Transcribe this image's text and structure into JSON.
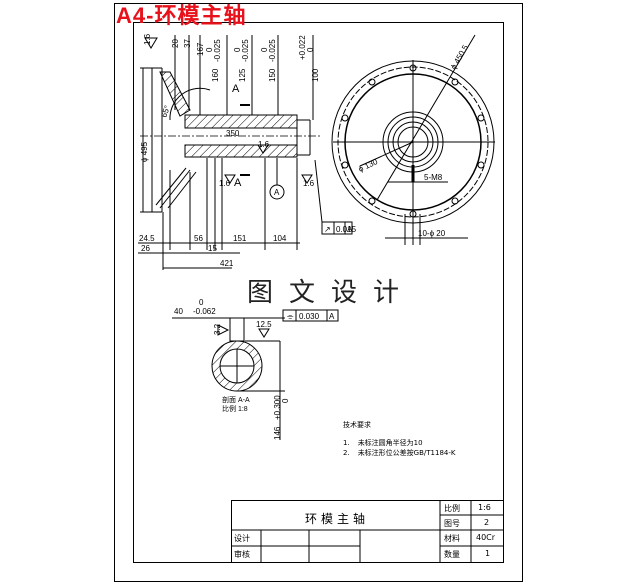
{
  "header": {
    "title": "A4-环模主轴",
    "title_color": "#e8101a"
  },
  "watermark": {
    "text": "图文设计"
  },
  "main_view": {
    "surface_roughness": [
      "1.6",
      "1.6",
      "1.6",
      "1.6",
      "1.6"
    ],
    "vertical_dims": [
      "20",
      "37",
      "167",
      "160",
      "125",
      "150",
      "100"
    ],
    "tolerances": [
      {
        "upper": "0",
        "lower": "-0.025"
      },
      {
        "upper": "0",
        "lower": "-0.025"
      },
      {
        "upper": "0",
        "lower": "-0.025"
      },
      {
        "upper": "+0.022",
        "lower": "0"
      }
    ],
    "angle": "65°",
    "diameter_flange": "ϕ 495",
    "bore_length": "350",
    "section_label": "A",
    "datum_label": "A",
    "horizontal_dims": [
      "24.5",
      "26",
      "56",
      "15",
      "151",
      "104",
      "421"
    ],
    "runout_tolerance": {
      "symbol": "↗",
      "value": "0.015",
      "datum": "A"
    }
  },
  "end_view": {
    "diameter_pitch": "ϕ 450.5",
    "diameter_inner": "ϕ 130",
    "thread": "5-M8",
    "holes": "10-ϕ 20"
  },
  "section_view": {
    "dim_top": "40",
    "tolerance_upper": "0",
    "tolerance_lower": "-0.062",
    "symmetry_tolerance": {
      "symbol": "⌯",
      "value": "0.030",
      "datum": "A"
    },
    "roughness_a": "3.2",
    "roughness_b": "12.5",
    "height_dim": "146",
    "height_tol_upper": "+0.300",
    "height_tol_lower": "0",
    "caption_line1": "剖面 A-A",
    "caption_line2": "比例 1:8"
  },
  "notes": {
    "heading": "技术要求",
    "items": [
      {
        "num": "1.",
        "text": "未标注圆角半径为10"
      },
      {
        "num": "2.",
        "text": "未标注形位公差按GB/T1184-K"
      }
    ]
  },
  "title_block": {
    "part_name": "环模主轴",
    "designer_label": "设计",
    "reviewer_label": "审核",
    "scale_label": "比例",
    "scale_value": "1:6",
    "drawing_no_label": "图号",
    "drawing_no_value": "2",
    "material_label": "材料",
    "material_value": "40Cr",
    "quantity_label": "数量",
    "quantity_value": "1"
  }
}
